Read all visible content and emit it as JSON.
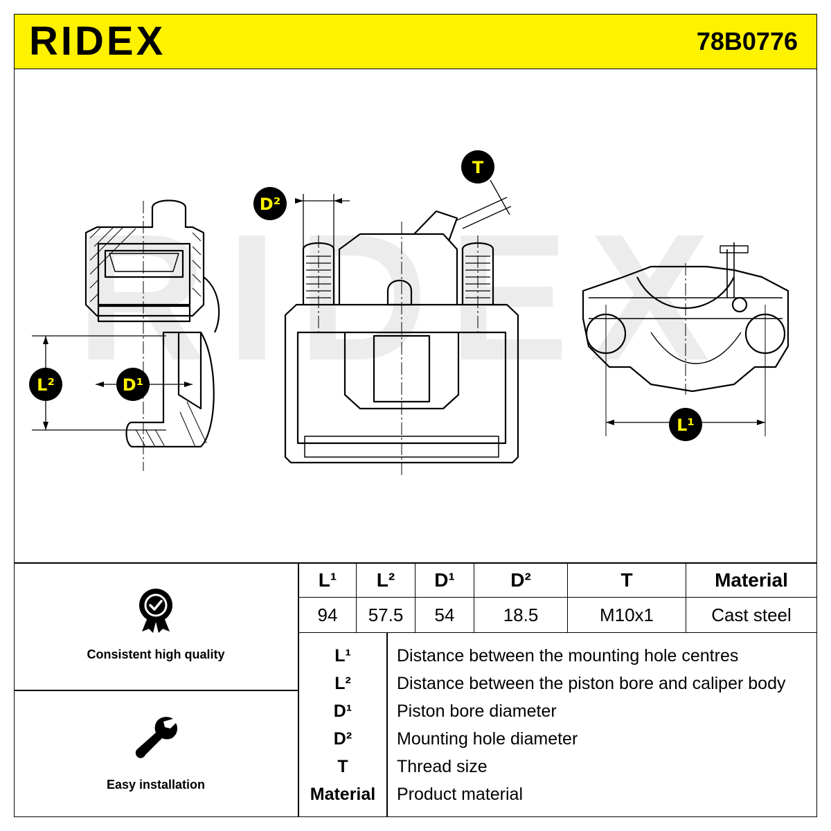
{
  "header": {
    "brand": "RIDEX",
    "part_number": "78B0776"
  },
  "drawing": {
    "watermark": "RIDEX",
    "labels": {
      "l1": "L¹",
      "l2": "L²",
      "d1": "D¹",
      "d2": "D²",
      "t": "T"
    },
    "colors": {
      "badge": "#000000",
      "badge_text": "#fff200",
      "accent": "#fff200"
    }
  },
  "features": [
    {
      "icon": "quality-badge-icon",
      "label": "Consistent high quality"
    },
    {
      "icon": "wrench-icon",
      "label": "Easy installation"
    }
  ],
  "spec_table": {
    "headers": [
      "L¹",
      "L²",
      "D¹",
      "D²",
      "T",
      "Material"
    ],
    "values": [
      "94",
      "57.5",
      "54",
      "18.5",
      "M10x1",
      "Cast steel"
    ]
  },
  "legend": [
    {
      "key": "L¹",
      "desc": "Distance between the mounting hole centres"
    },
    {
      "key": "L²",
      "desc": "Distance between the piston bore and caliper body"
    },
    {
      "key": "D¹",
      "desc": "Piston bore diameter"
    },
    {
      "key": "D²",
      "desc": "Mounting hole diameter"
    },
    {
      "key": "T",
      "desc": "Thread size"
    },
    {
      "key": "Material",
      "desc": "Product material"
    }
  ]
}
